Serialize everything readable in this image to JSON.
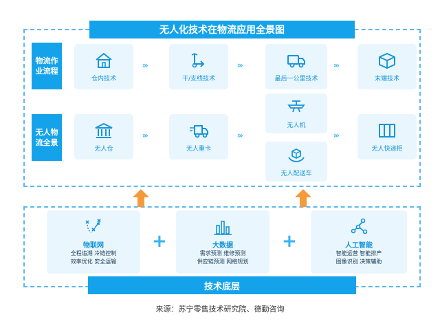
{
  "title": "无人化技术在物流应用全景图",
  "bottom_banner": "技术底层",
  "rows": [
    {
      "label": "物流作业流程"
    },
    {
      "label": "无人物流全景"
    }
  ],
  "top_row": [
    {
      "label": "仓内技术",
      "icon": "house-icon"
    },
    {
      "label": "干/支线技术",
      "icon": "route-icon"
    },
    {
      "label": "最后一公里技术",
      "icon": "truck-icon"
    },
    {
      "label": "末端技术",
      "icon": "box-icon"
    }
  ],
  "second_row": [
    {
      "label": "无人仓",
      "icon": "warehouse-icon"
    },
    {
      "label": "无人重卡",
      "icon": "heavy-truck-icon"
    },
    {
      "label": "无人机",
      "icon": "drone-icon"
    },
    {
      "label": "无人配送车",
      "icon": "delivery-cube-icon"
    },
    {
      "label": "无人快递柜",
      "icon": "locker-icon"
    }
  ],
  "chevrons": "›››",
  "plus": "+",
  "tech": [
    {
      "name": "物联网",
      "icon": "network-icon",
      "lines": [
        "全程追溯  冷链控制",
        "效率优化  安全运输"
      ]
    },
    {
      "name": "大数据",
      "icon": "bar-chart-icon",
      "lines": [
        "需求预测  维修预测",
        "供应链预测  网络规划"
      ]
    },
    {
      "name": "人工智能",
      "icon": "ai-nodes-icon",
      "lines": [
        "智能运营  智能排产",
        "图像识别  决策辅助"
      ]
    }
  ],
  "source": "来源：苏宁零售技术研究院、德勤咨询",
  "colors": {
    "primary": "#14a3ea",
    "light": "#e9f6fd",
    "arrow": "#f59a3a",
    "text": "#1594d8"
  }
}
